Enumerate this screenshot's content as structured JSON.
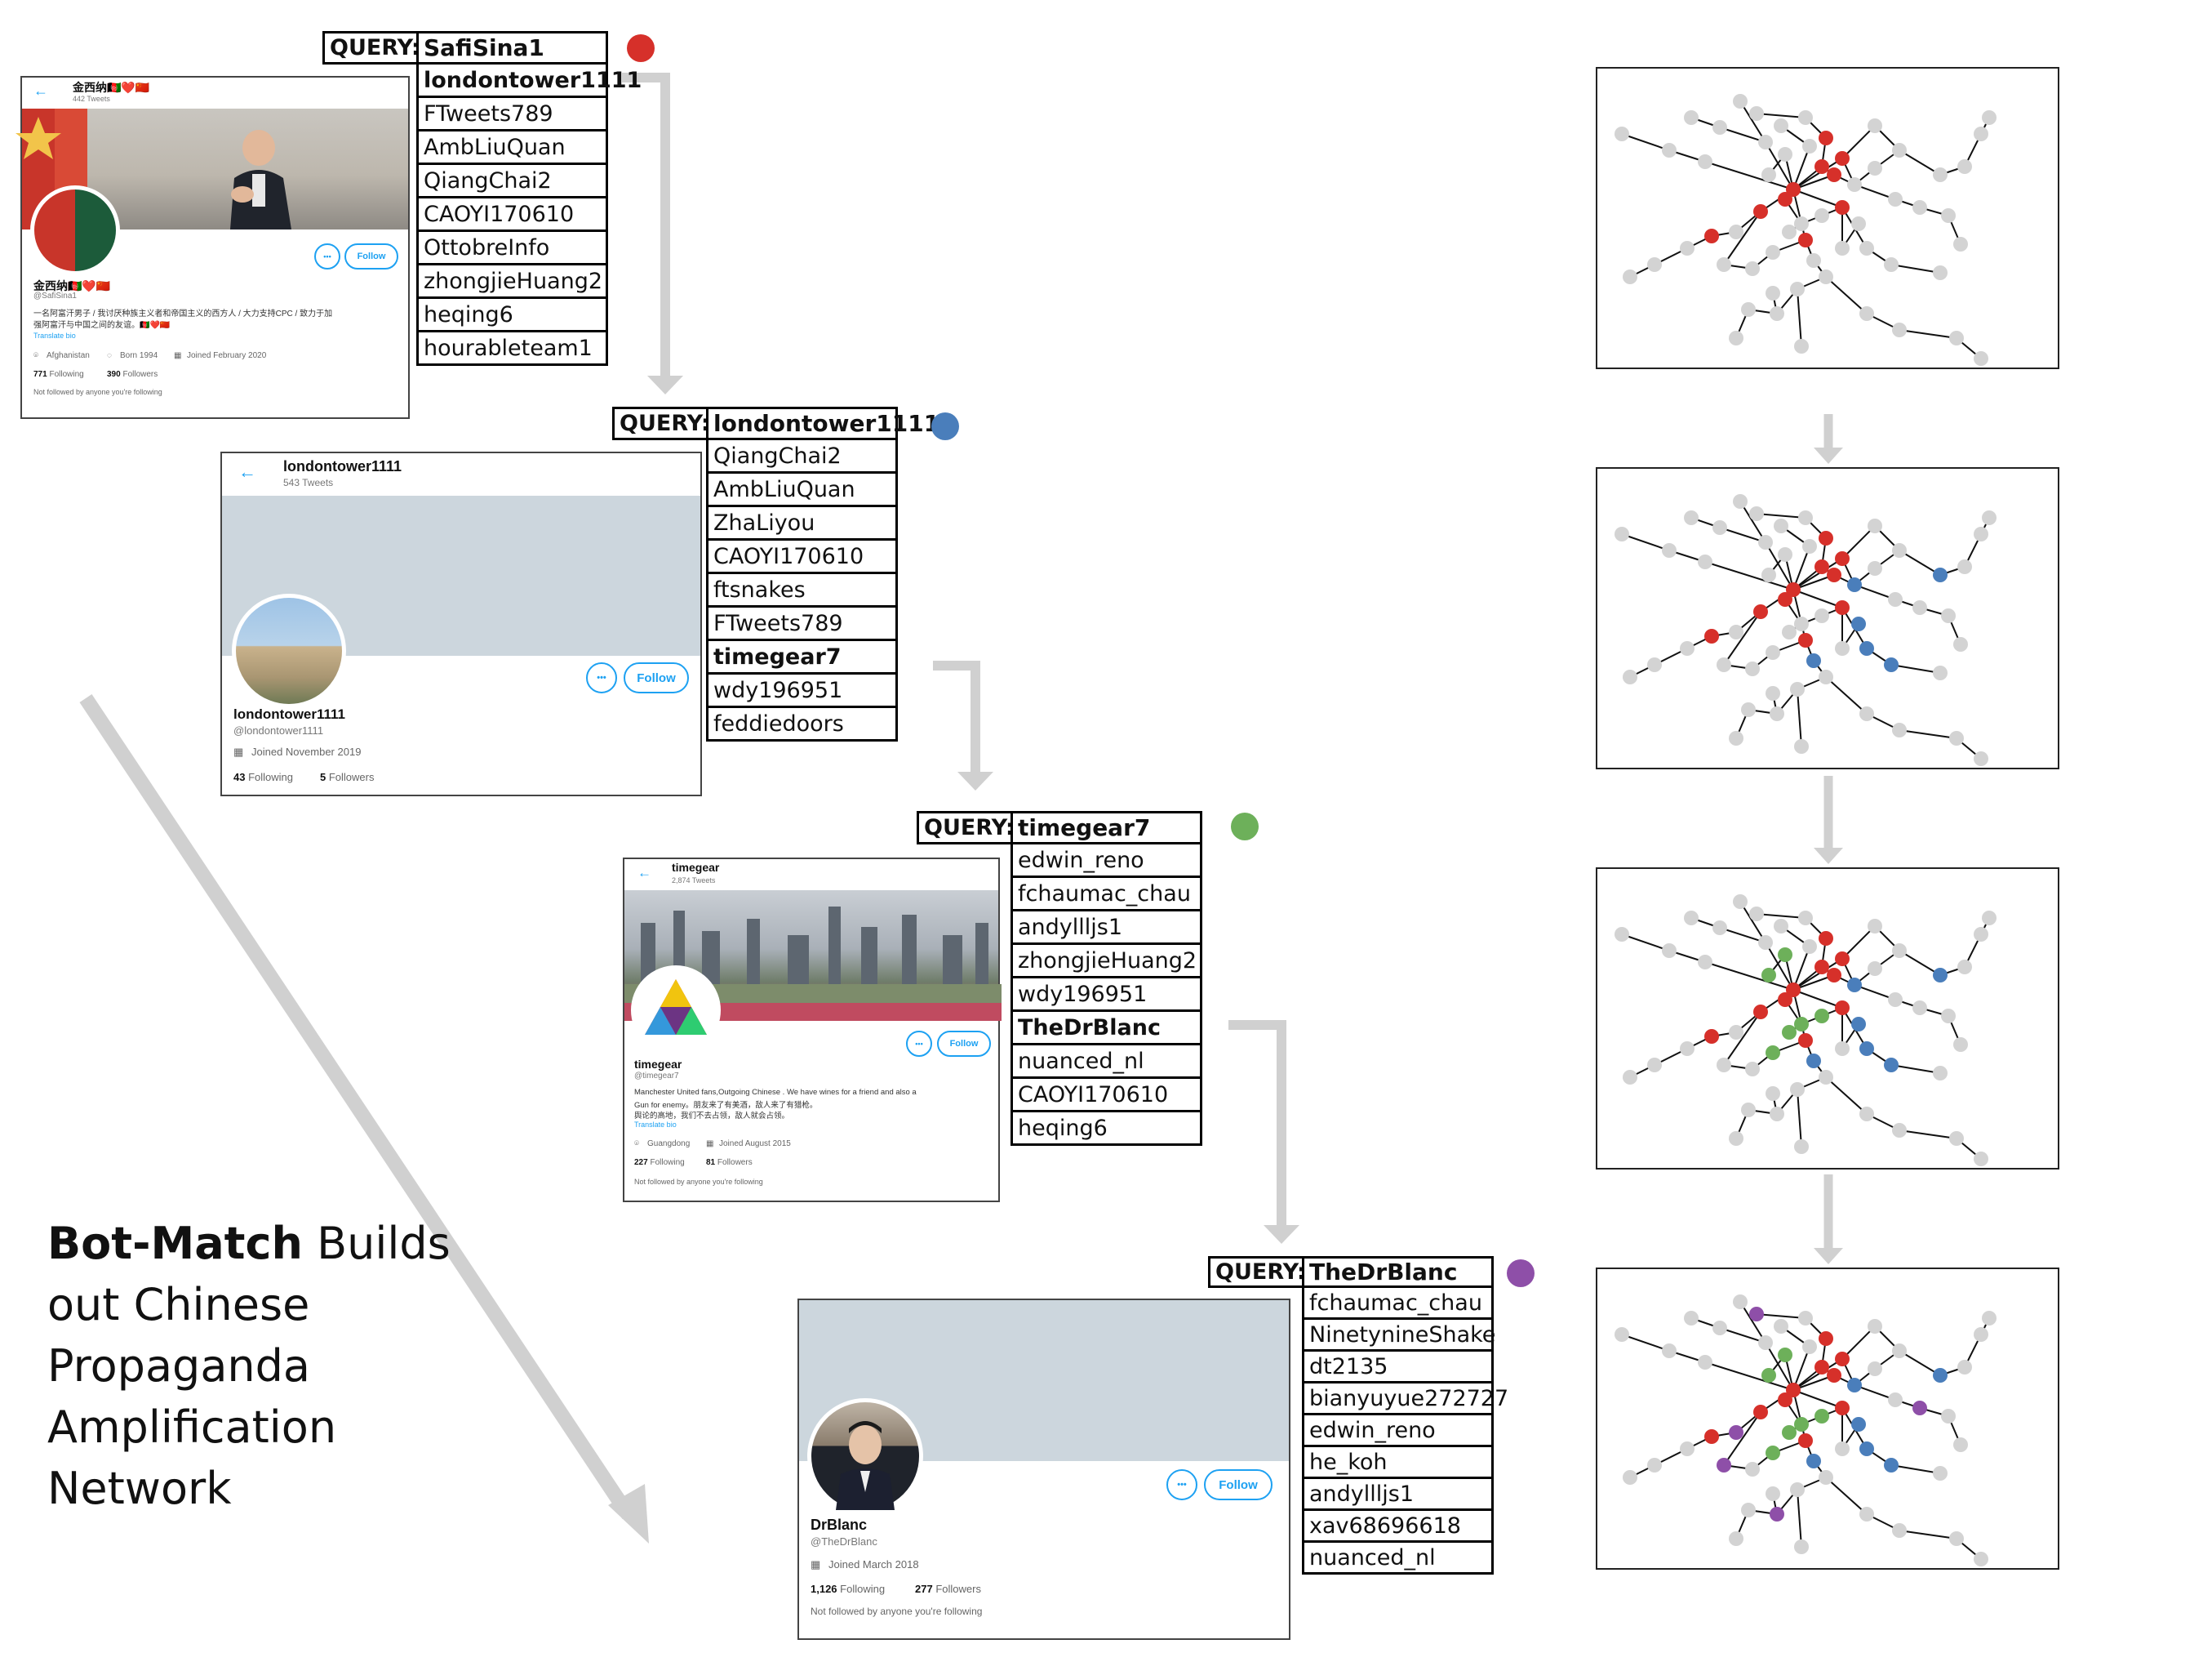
{
  "title": {
    "line1_bold": "Bot-Match",
    "line1_rest": " Builds",
    "line2": "out Chinese",
    "line3": "Propaganda",
    "line4": "Amplification",
    "line5": "Network"
  },
  "query_label": "QUERY:",
  "queries": [
    {
      "query": "SafiSina1",
      "color": "#d6302a",
      "results": [
        "londontower1111",
        "FTweets789",
        "AmbLiuQuan",
        "QiangChai2",
        "CAOYI170610",
        "OttobreInfo",
        "zhongjieHuang2",
        "heqing6",
        "hourableteam1"
      ]
    },
    {
      "query": "londontower1111",
      "color": "#4a7ebb",
      "results": [
        "QiangChai2",
        "AmbLiuQuan",
        "ZhaLiyou",
        "CAOYI170610",
        "ftsnakes",
        "FTweets789",
        "timegear7",
        "wdy196951",
        "feddiedoors"
      ]
    },
    {
      "query": "timegear7",
      "color": "#6db05a",
      "results": [
        "edwin_reno",
        "fchaumac_chau",
        "andyllljs1",
        "zhongjieHuang2",
        "wdy196951",
        "TheDrBlanc",
        "nuanced_nl",
        "CAOYI170610",
        "heqing6"
      ]
    },
    {
      "query": "TheDrBlanc",
      "color": "#8e4fa8",
      "results": [
        "fchaumac_chau",
        "NinetynineShake",
        "dt2135",
        "bianyuyue272727",
        "edwin_reno",
        "he_koh",
        "andyllljs1",
        "xav68696618",
        "nuanced_nl"
      ]
    }
  ],
  "profiles": [
    {
      "header_name": "金西纳🇦🇫❤️🇨🇳",
      "header_tweets": "442 Tweets",
      "display_name": "金西纳🇦🇫❤️🇨🇳",
      "handle": "@SafiSina1",
      "bio1": "一名阿富汗男子 / 我讨厌种族主义者和帝国主义的西方人 / 大力支持CPC / 致力于加",
      "bio2": "强阿富汗与中国之间的友谊。🇦🇫❤️🇨🇳",
      "translate": "Translate bio",
      "location": "Afghanistan",
      "born": "Born 1994",
      "joined": "Joined February 2020",
      "following": "771",
      "following_label": "Following",
      "followers": "390",
      "followers_label": "Followers",
      "not_followed": "Not followed by anyone you're following",
      "follow_label": "Follow",
      "more": "•••"
    },
    {
      "header_name": "londontower1111",
      "header_tweets": "543 Tweets",
      "display_name": "londontower1111",
      "handle": "@londontower1111",
      "joined": "Joined November 2019",
      "following": "43",
      "following_label": "Following",
      "followers": "5",
      "followers_label": "Followers",
      "follow_label": "Follow",
      "more": "•••"
    },
    {
      "header_name": "timegear",
      "header_tweets": "2,874 Tweets",
      "display_name": "timegear",
      "handle": "@timegear7",
      "bio1": "Manchester United fans,Outgoing Chinese . We have wines for a friend and also a",
      "bio2": "Gun for enemy。朋友来了有美酒，敌人来了有猎枪。",
      "bio3": "舆论的高地，我们不去占领，敌人就会占领。",
      "translate": "Translate bio",
      "location": "Guangdong",
      "joined": "Joined August 2015",
      "following": "227",
      "following_label": "Following",
      "followers": "81",
      "followers_label": "Followers",
      "not_followed": "Not followed by anyone you're following",
      "follow_label": "Follow",
      "more": "•••"
    },
    {
      "display_name": "DrBlanc",
      "handle": "@TheDrBlanc",
      "joined": "Joined March 2018",
      "following": "1,126",
      "following_label": "Following",
      "followers": "277",
      "followers_label": "Followers",
      "not_followed": "Not followed by anyone you're following",
      "follow_label": "Follow",
      "more": "•••"
    }
  ],
  "network": {
    "node_gray": "#d3d3d3",
    "edge_color": "#111111",
    "red": "#d6302a",
    "blue": "#4a7ebb",
    "green": "#6db05a",
    "purple": "#8e4fa8",
    "arrow_gray": "#d0d0d0"
  }
}
